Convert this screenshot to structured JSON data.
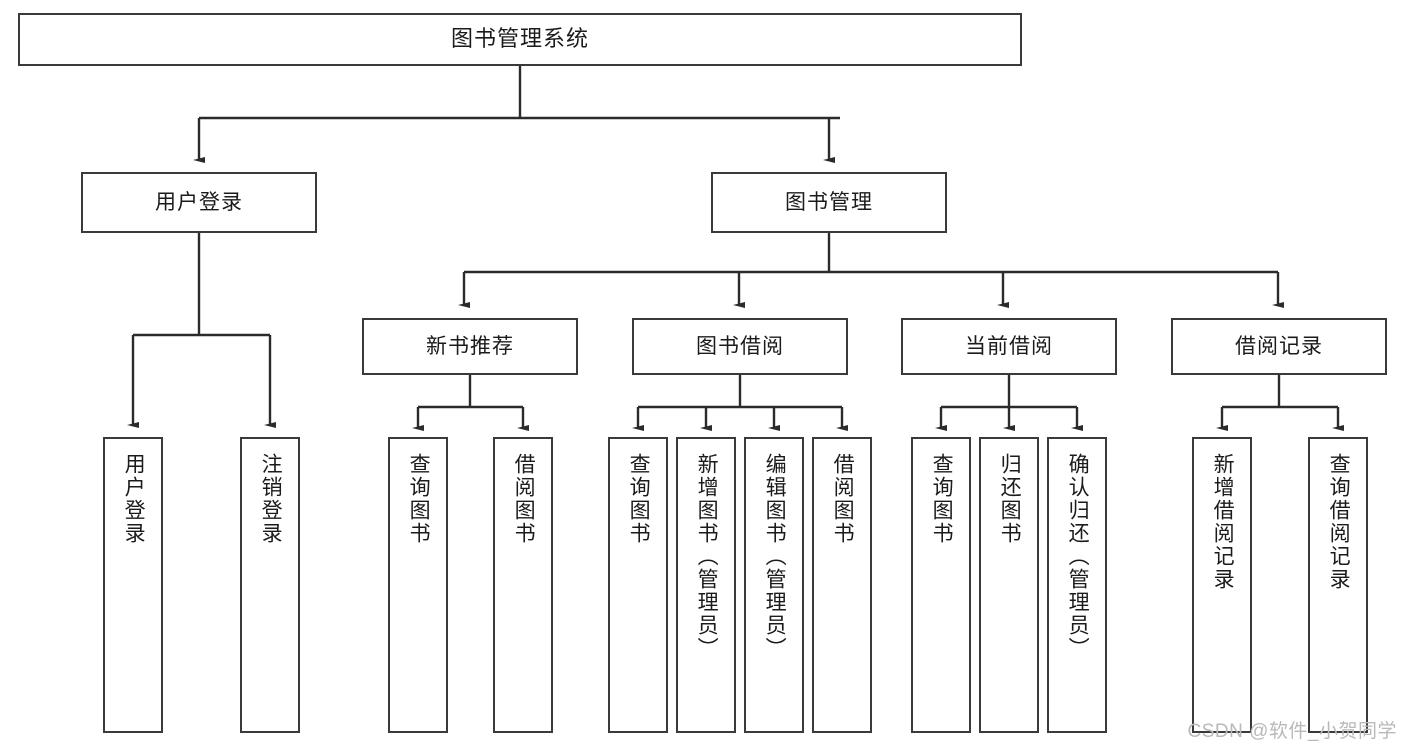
{
  "diagram": {
    "title": "图书管理系统",
    "type": "tree-hierarchy",
    "watermark": "CSDN @软件_小贺同学",
    "colors": {
      "background": "#ffffff",
      "box_border": "#3a3a3a",
      "box_fill": "#ffffff",
      "connector": "#2b2b2b",
      "text": "#1b1b1b",
      "watermark": "#b9b9b9"
    },
    "levels": {
      "level1": "系统",
      "level2": "模块",
      "level3": "子模块",
      "level4": "功能"
    },
    "nodes": {
      "root": {
        "label": "图书管理系统"
      },
      "level2": [
        {
          "id": "user-login",
          "label": "用户登录"
        },
        {
          "id": "book-manage",
          "label": "图书管理"
        }
      ],
      "level3": [
        {
          "id": "new-book-rec",
          "label": "新书推荐",
          "parent": "book-manage"
        },
        {
          "id": "book-borrow",
          "label": "图书借阅",
          "parent": "book-manage"
        },
        {
          "id": "current-borrow",
          "label": "当前借阅",
          "parent": "book-manage"
        },
        {
          "id": "borrow-record",
          "label": "借阅记录",
          "parent": "book-manage"
        }
      ],
      "leaves": {
        "user-login": [
          {
            "id": "leaf-user-login",
            "label": "用户登录"
          },
          {
            "id": "leaf-user-logout",
            "label": "注销登录"
          }
        ],
        "new-book-rec": [
          {
            "id": "leaf-query-book-1",
            "label": "查询图书"
          },
          {
            "id": "leaf-borrow-book-1",
            "label": "借阅图书"
          }
        ],
        "book-borrow": [
          {
            "id": "leaf-query-book-2",
            "label": "查询图书"
          },
          {
            "id": "leaf-add-book",
            "label": "新增图书（管理员）"
          },
          {
            "id": "leaf-edit-book",
            "label": "编辑图书（管理员）"
          },
          {
            "id": "leaf-borrow-book-2",
            "label": "借阅图书"
          }
        ],
        "current-borrow": [
          {
            "id": "leaf-query-book-3",
            "label": "查询图书"
          },
          {
            "id": "leaf-return-book",
            "label": "归还图书"
          },
          {
            "id": "leaf-confirm-return",
            "label": "确认归还（管理员）"
          }
        ],
        "borrow-record": [
          {
            "id": "leaf-add-record",
            "label": "新增借阅记录"
          },
          {
            "id": "leaf-query-record",
            "label": "查询借阅记录"
          }
        ]
      }
    }
  }
}
